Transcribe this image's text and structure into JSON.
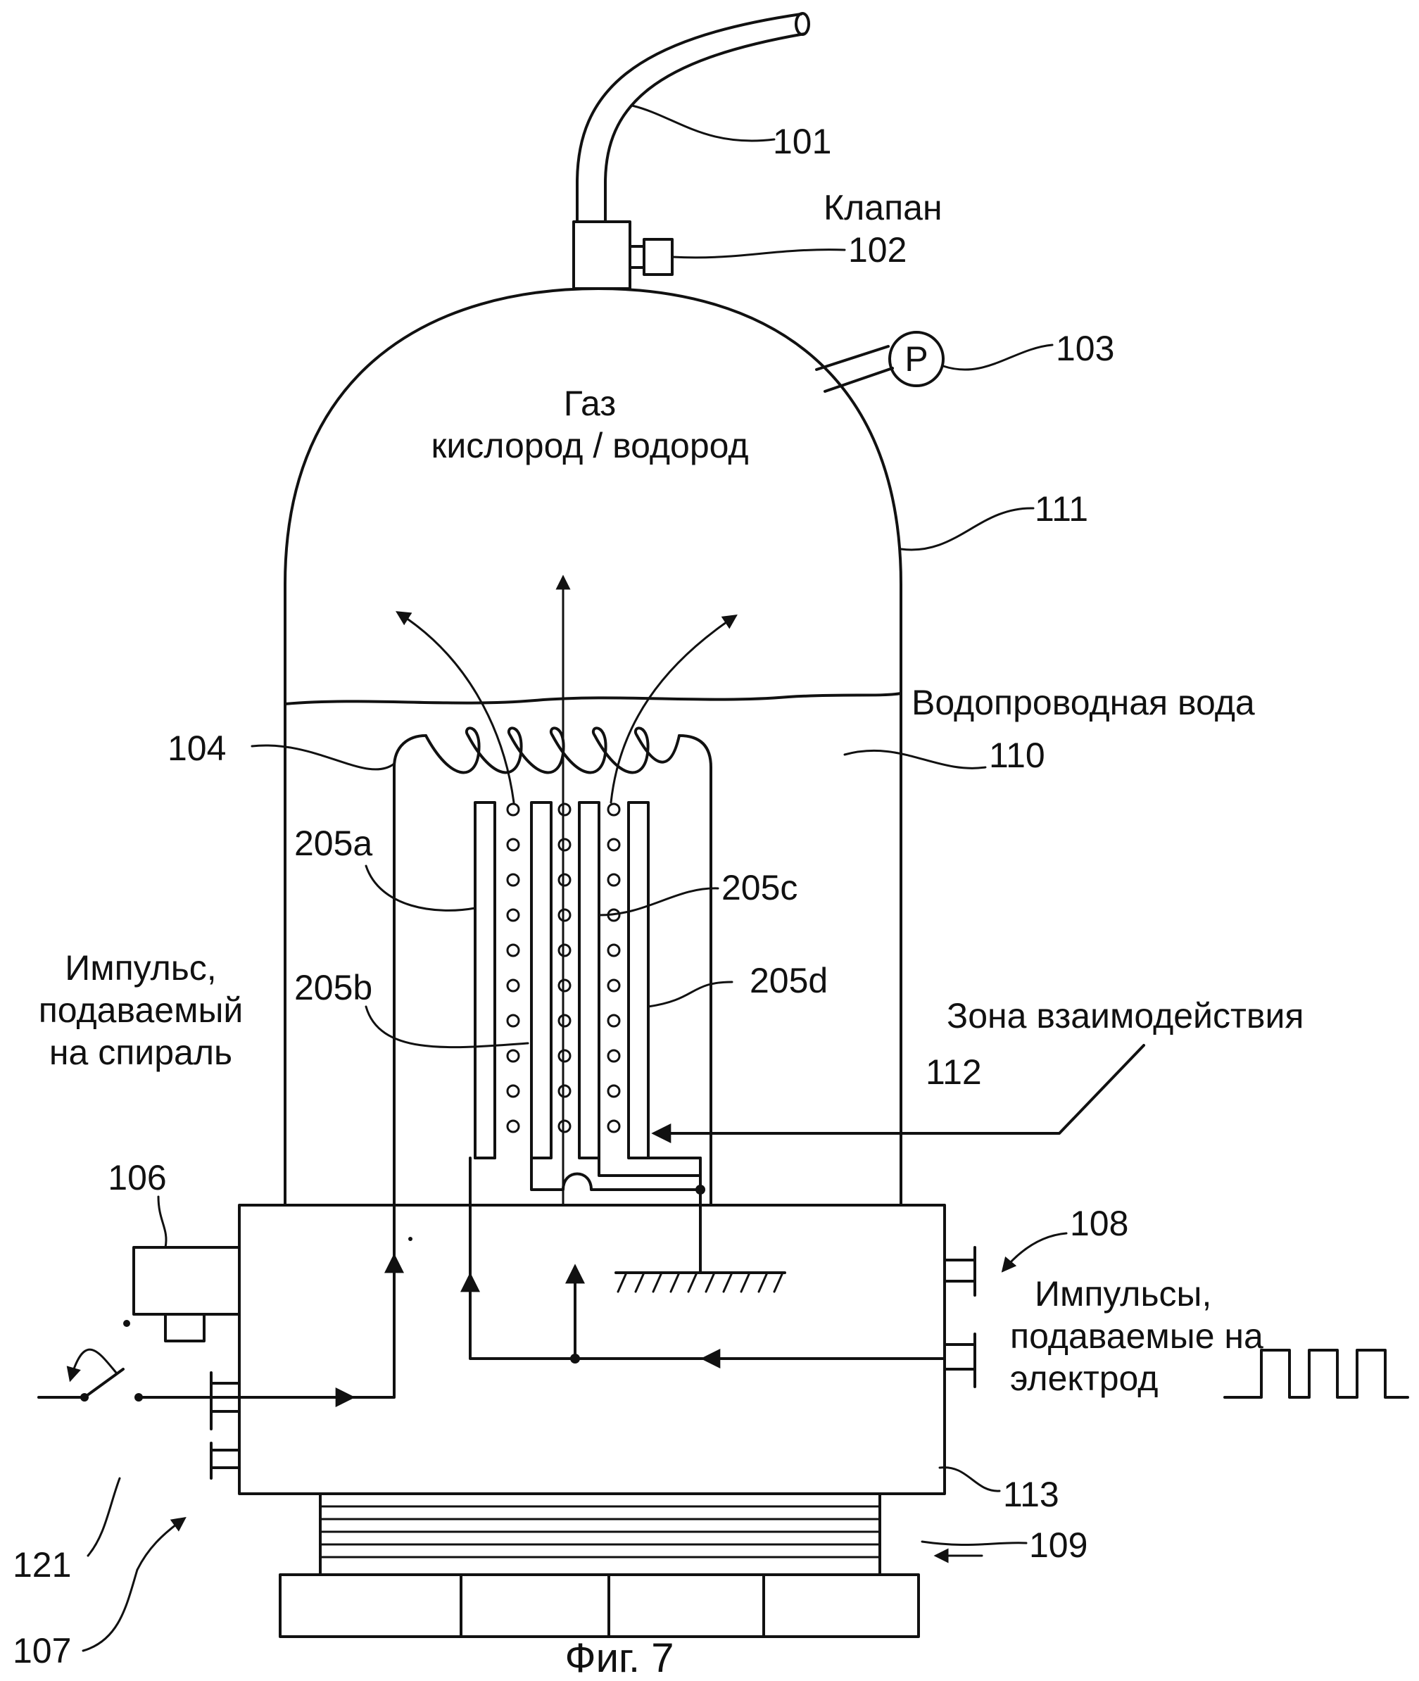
{
  "labels": {
    "ref101": "101",
    "valve_word": "Клапан",
    "ref102": "102",
    "ref103": "103",
    "gauge_letter": "P",
    "gas_line1": "Газ",
    "gas_line2": "кислород / водород",
    "ref111": "111",
    "water_word": "Водопроводная вода",
    "ref110": "110",
    "ref104": "104",
    "ref205a": "205a",
    "ref205b": "205b",
    "ref205c": "205c",
    "ref205d": "205d",
    "zone_word": "Зона взаимодействия",
    "ref112": "112",
    "coil_pulse_l1": "Импульс,",
    "coil_pulse_l2": "подаваемый",
    "coil_pulse_l3": "на спираль",
    "ref106": "106",
    "ref108": "108",
    "electrode_pulse_l1": "Импульсы,",
    "electrode_pulse_l2": "подаваемые на",
    "electrode_pulse_l3": "электрод",
    "ref113": "113",
    "ref121": "121",
    "ref107": "107",
    "ref109": "109",
    "caption": "Фиг. 7"
  }
}
